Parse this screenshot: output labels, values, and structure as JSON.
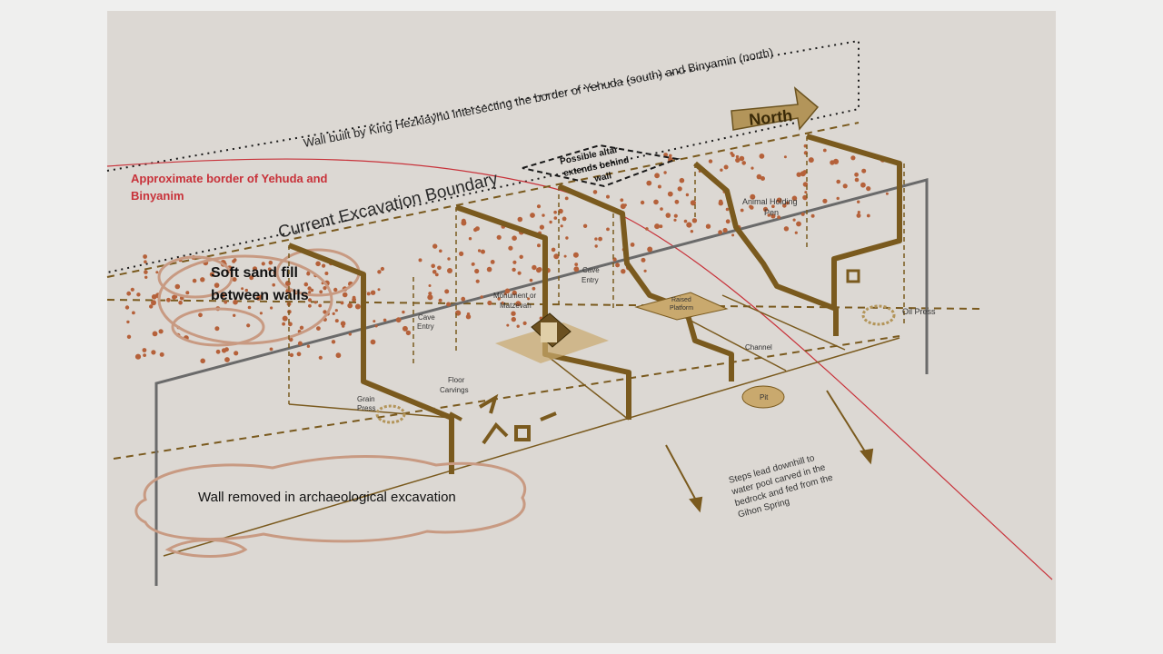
{
  "diagram": {
    "top_label": "Wall built by King Hezkiayhu intersecting the border of Yehuda (south) and Binyamin (north)",
    "north_label": "North",
    "border_label_line1": "Approximate border of Yehuda and",
    "border_label_line2": "Binyanim",
    "boundary_label": "Current Excavation Boundary",
    "altar_line1": "Possible altar",
    "altar_line2": "extends behind",
    "altar_line3": "wall",
    "sand_line1": "Soft sand fill",
    "sand_line2": "between walls",
    "cave_entry_1_line1": "Cave",
    "cave_entry_1_line2": "Entry",
    "cave_entry_2_line1": "Cave",
    "cave_entry_2_line2": "Entry",
    "monument_line1": "Monument or",
    "monument_line2": "Matzevah",
    "raised_line1": "Raised",
    "raised_line2": "Platform",
    "animal_line1": "Animal Holding",
    "animal_line2": "Pen",
    "oil_press": "Oil Press",
    "channel": "Channel",
    "pit": "Pit",
    "floor_line1": "Floor",
    "floor_line2": "Carvings",
    "grain_line1": "Grain",
    "grain_line2": "Press",
    "steps_line1": "Steps lead downhill to",
    "steps_line2": "water pool carved in the",
    "steps_line3": "bedrock and fed from the",
    "steps_line4": "Gihon Spring",
    "wall_removed": "Wall removed in archaeological excavation"
  },
  "colors": {
    "wall": "#7a5a1e",
    "dots": "#b5613a",
    "border_red": "#c8323a",
    "arrow_fill": "#b3955a",
    "cloud": "#c89a82"
  }
}
